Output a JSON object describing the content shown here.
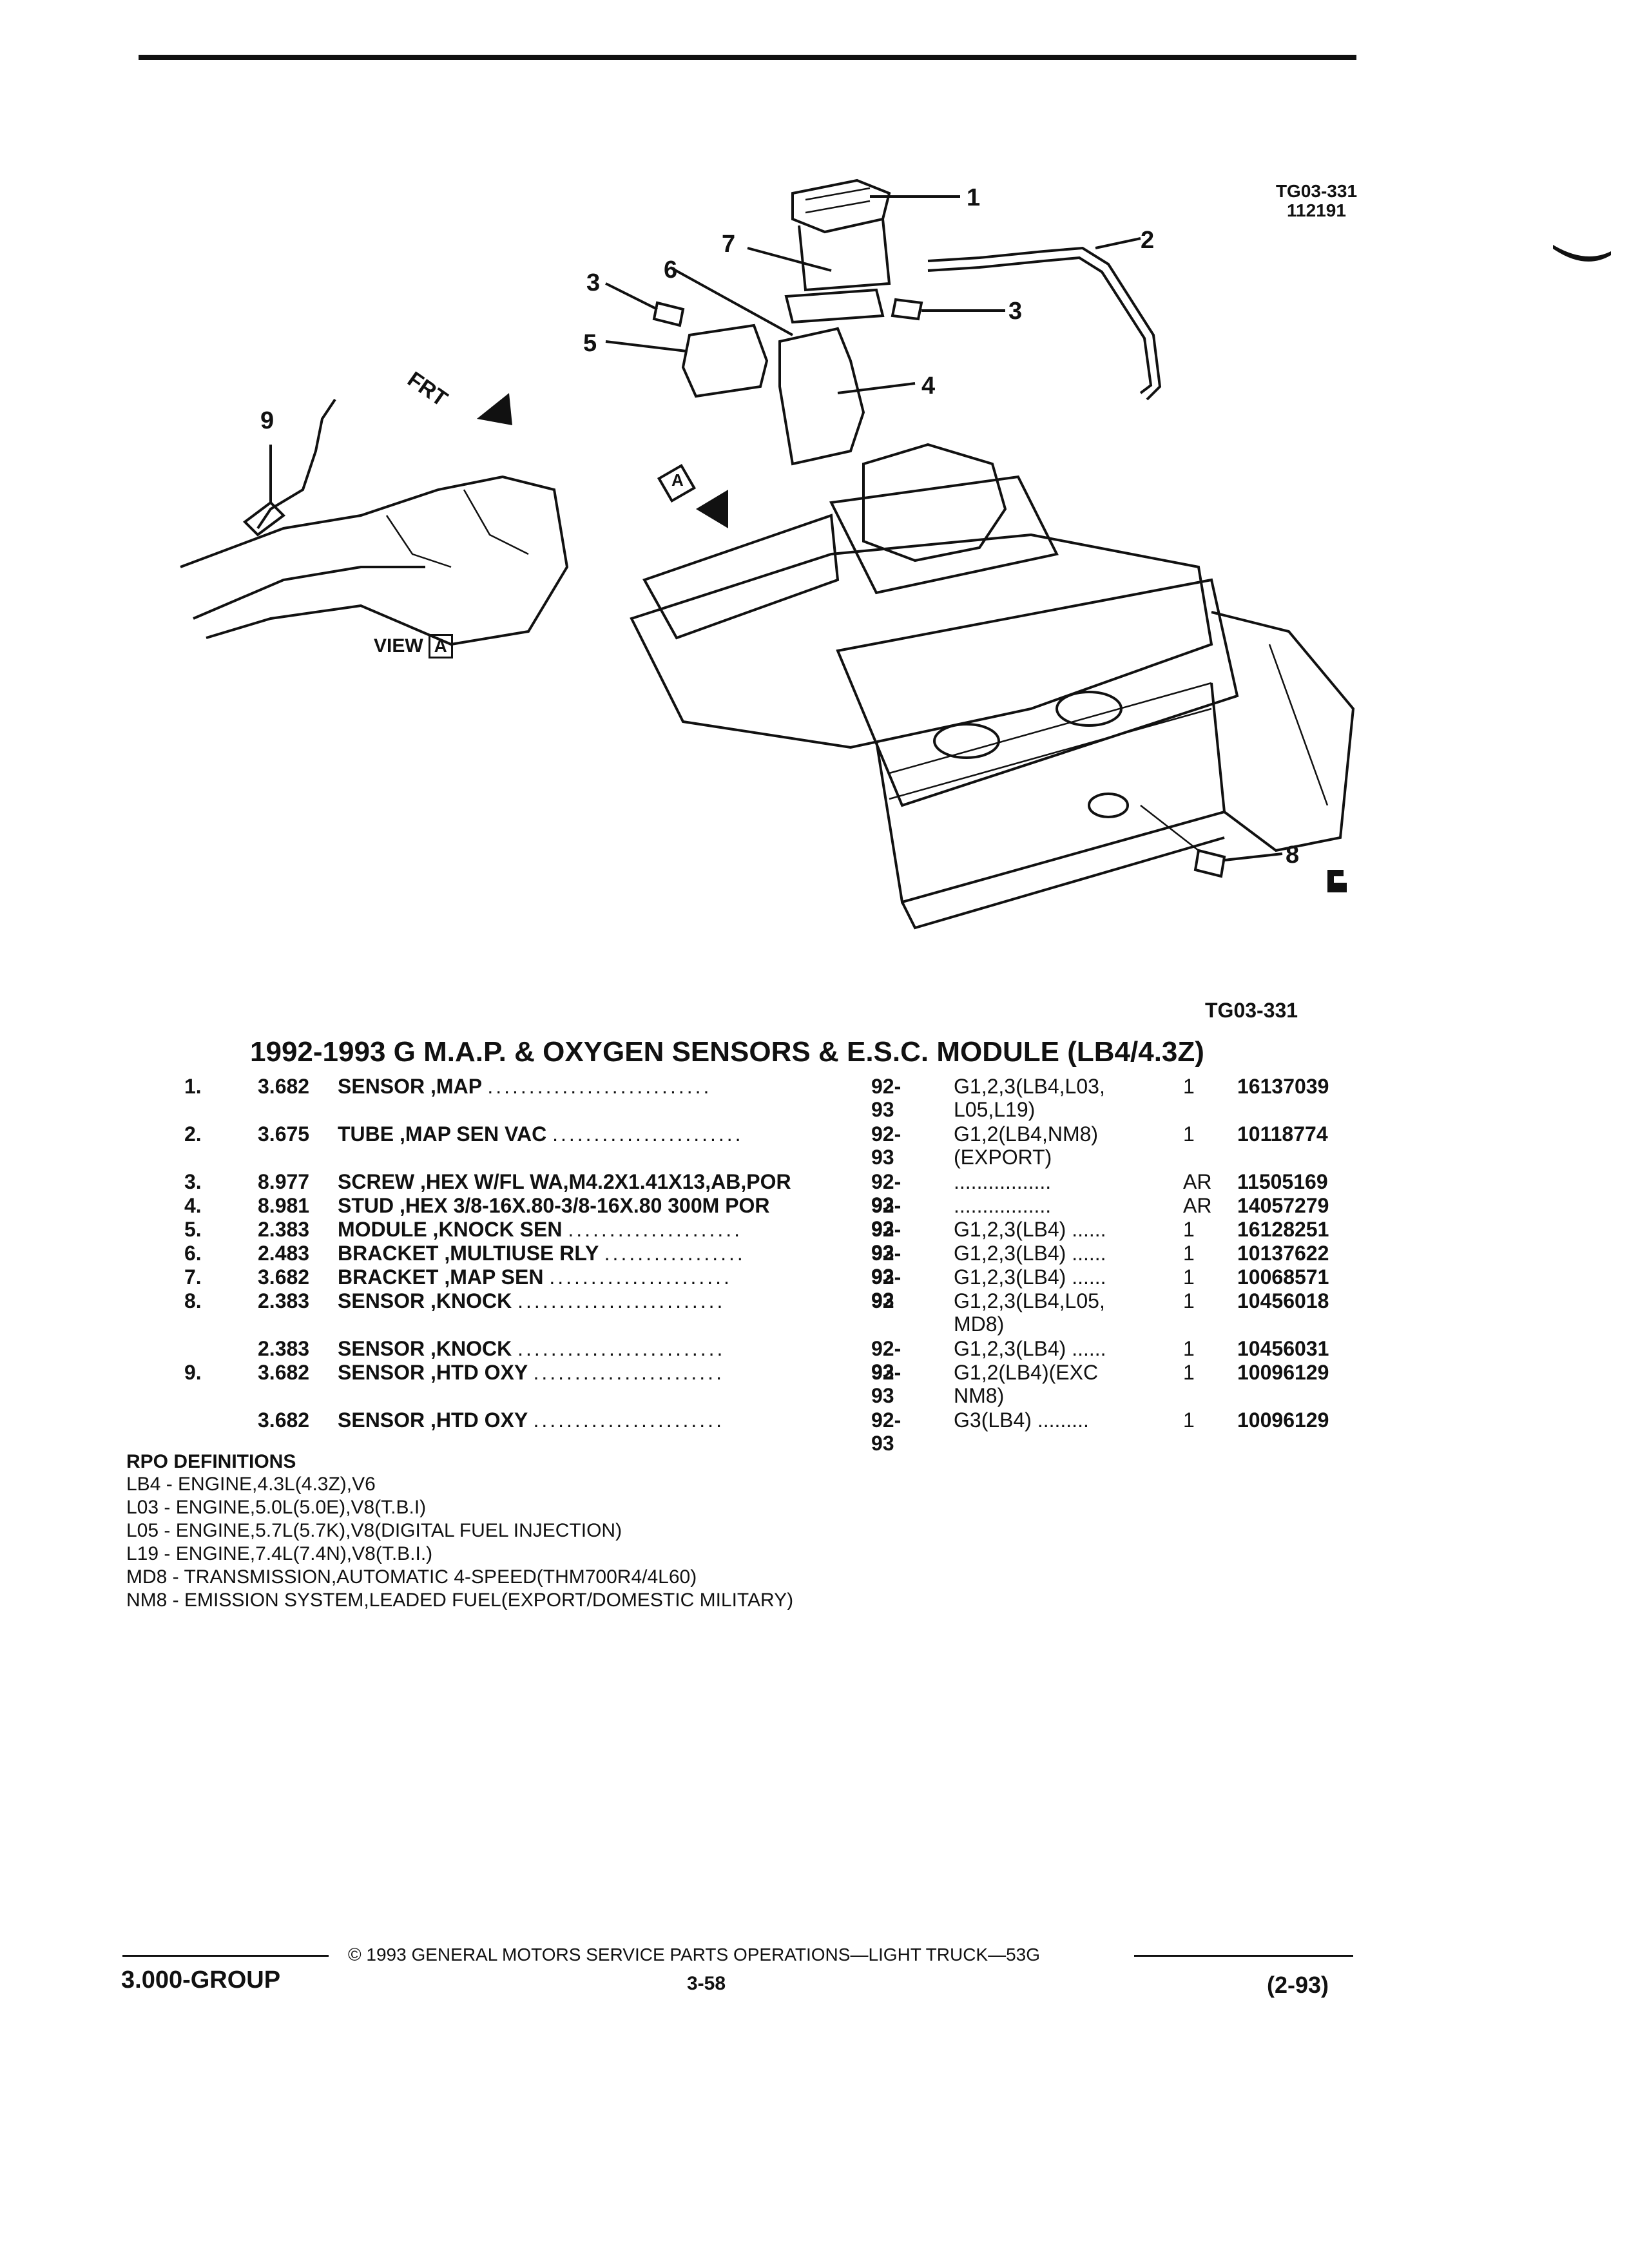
{
  "figure": {
    "ref_top": "TG03-331",
    "ref_date": "112191",
    "ref_caption": "TG03-331",
    "view_label": "VIEW",
    "view_letter": "A",
    "arrow_view_letter": "A",
    "frt_label": "FRT",
    "callouts": [
      "1",
      "2",
      "3",
      "3",
      "4",
      "5",
      "6",
      "7",
      "8",
      "9"
    ]
  },
  "title": "1992-1993 G M.A.P. & OXYGEN SENSORS & E.S.C. MODULE (LB4/4.3Z)",
  "parts": [
    {
      "item": "1.",
      "num": "3.682",
      "desc": "SENSOR ,MAP",
      "dots": "...........................",
      "years": "92-93",
      "usage": "G1,2,3(LB4,L03,\nL05,L19)",
      "qty": "1",
      "part": "16137039"
    },
    {
      "item": "2.",
      "num": "3.675",
      "desc": "TUBE ,MAP SEN VAC",
      "dots": ".......................",
      "years": "92-93",
      "usage": "G1,2(LB4,NM8)\n(EXPORT)",
      "qty": "1",
      "part": "10118774"
    },
    {
      "item": "3.",
      "num": "8.977",
      "desc": "SCREW ,HEX W/FL WA,M4.2X1.41X13,AB,POR",
      "dots": "",
      "years": "92-93",
      "usage": ".................",
      "qty": "AR",
      "part": "11505169"
    },
    {
      "item": "4.",
      "num": "8.981",
      "desc": "STUD ,HEX 3/8-16X.80-3/8-16X.80 300M POR",
      "dots": "",
      "years": "92-93",
      "usage": ".................",
      "qty": "AR",
      "part": "14057279"
    },
    {
      "item": "5.",
      "num": "2.383",
      "desc": "MODULE ,KNOCK SEN",
      "dots": ".....................",
      "years": "92-93",
      "usage": "G1,2,3(LB4) ......",
      "qty": "1",
      "part": "16128251"
    },
    {
      "item": "6.",
      "num": "2.483",
      "desc": "BRACKET ,MULTIUSE RLY",
      "dots": ".................",
      "years": "92-93",
      "usage": "G1,2,3(LB4) ......",
      "qty": "1",
      "part": "10137622"
    },
    {
      "item": "7.",
      "num": "3.682",
      "desc": "BRACKET ,MAP SEN",
      "dots": "......................",
      "years": "92-93",
      "usage": "G1,2,3(LB4) ......",
      "qty": "1",
      "part": "10068571"
    },
    {
      "item": "8.",
      "num": "2.383",
      "desc": "SENSOR ,KNOCK",
      "dots": ".........................",
      "years": "92",
      "usage": "G1,2,3(LB4,L05,\nMD8)",
      "qty": "1",
      "part": "10456018"
    },
    {
      "item": "",
      "num": "2.383",
      "desc": "SENSOR ,KNOCK",
      "dots": ".........................",
      "years": "92-93",
      "usage": "G1,2,3(LB4) ......",
      "qty": "1",
      "part": "10456031"
    },
    {
      "item": "9.",
      "num": "3.682",
      "desc": "SENSOR ,HTD OXY",
      "dots": ".......................",
      "years": "92-93",
      "usage": "G1,2(LB4)(EXC\nNM8)",
      "qty": "1",
      "part": "10096129"
    },
    {
      "item": "",
      "num": "3.682",
      "desc": "SENSOR ,HTD OXY",
      "dots": ".......................",
      "years": "92-93",
      "usage": "G3(LB4) .........",
      "qty": "1",
      "part": "10096129"
    }
  ],
  "rpo": {
    "heading": "RPO DEFINITIONS",
    "lines": [
      "LB4 - ENGINE,4.3L(4.3Z),V6",
      "L03 - ENGINE,5.0L(5.0E),V8(T.B.I)",
      "L05 - ENGINE,5.7L(5.7K),V8(DIGITAL FUEL INJECTION)",
      "L19 - ENGINE,7.4L(7.4N),V8(T.B.I.)",
      "MD8 - TRANSMISSION,AUTOMATIC 4-SPEED(THM700R4/4L60)",
      "NM8 - EMISSION SYSTEM,LEADED FUEL(EXPORT/DOMESTIC MILITARY)"
    ]
  },
  "footer": {
    "copyright": "© 1993 GENERAL MOTORS SERVICE PARTS OPERATIONS—LIGHT TRUCK—53G",
    "group": "3.000-GROUP",
    "page": "3-58",
    "date": "(2-93)"
  }
}
